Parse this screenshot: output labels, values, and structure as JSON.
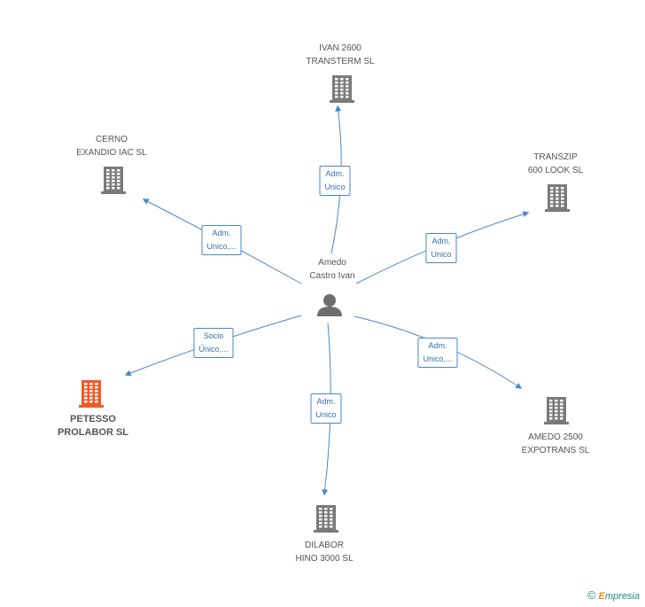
{
  "center": {
    "label_line1": "Amedo",
    "label_line2": "Castro Ivan"
  },
  "nodes": [
    {
      "id": "ivan",
      "line1": "IVAN 2600",
      "line2": "TRANSTERM SL"
    },
    {
      "id": "cerno",
      "line1": "CERNO",
      "line2": "EXANDIO IAC SL"
    },
    {
      "id": "transzip",
      "line1": "TRANSZIP",
      "line2": "600 LOOK SL"
    },
    {
      "id": "petesso",
      "line1": "PETESSO",
      "line2": "PROLABOR SL"
    },
    {
      "id": "amedo",
      "line1": "AMEDO 2500",
      "line2": "EXPOTRANS SL"
    },
    {
      "id": "dilabor",
      "line1": "DILABOR",
      "line2": "HINO 3000 SL"
    }
  ],
  "edges": [
    {
      "to": "ivan",
      "line1": "Adm.",
      "line2": "Unico"
    },
    {
      "to": "cerno",
      "line1": "Adm.",
      "line2": "Unico,..."
    },
    {
      "to": "transzip",
      "line1": "Adm.",
      "line2": "Unico"
    },
    {
      "to": "petesso",
      "line1": "Socio",
      "line2": "Único,..."
    },
    {
      "to": "amedo",
      "line1": "Adm.",
      "line2": "Unico,..."
    },
    {
      "to": "dilabor",
      "line1": "Adm.",
      "line2": "Unico"
    }
  ],
  "footer": {
    "copyright": "©",
    "brand_first": "E",
    "brand_rest": "mpresia"
  },
  "colors": {
    "edge": "#4a86c8",
    "company": "#7a7a7a",
    "highlight": "#f05a28",
    "person": "#6e6e6e"
  }
}
